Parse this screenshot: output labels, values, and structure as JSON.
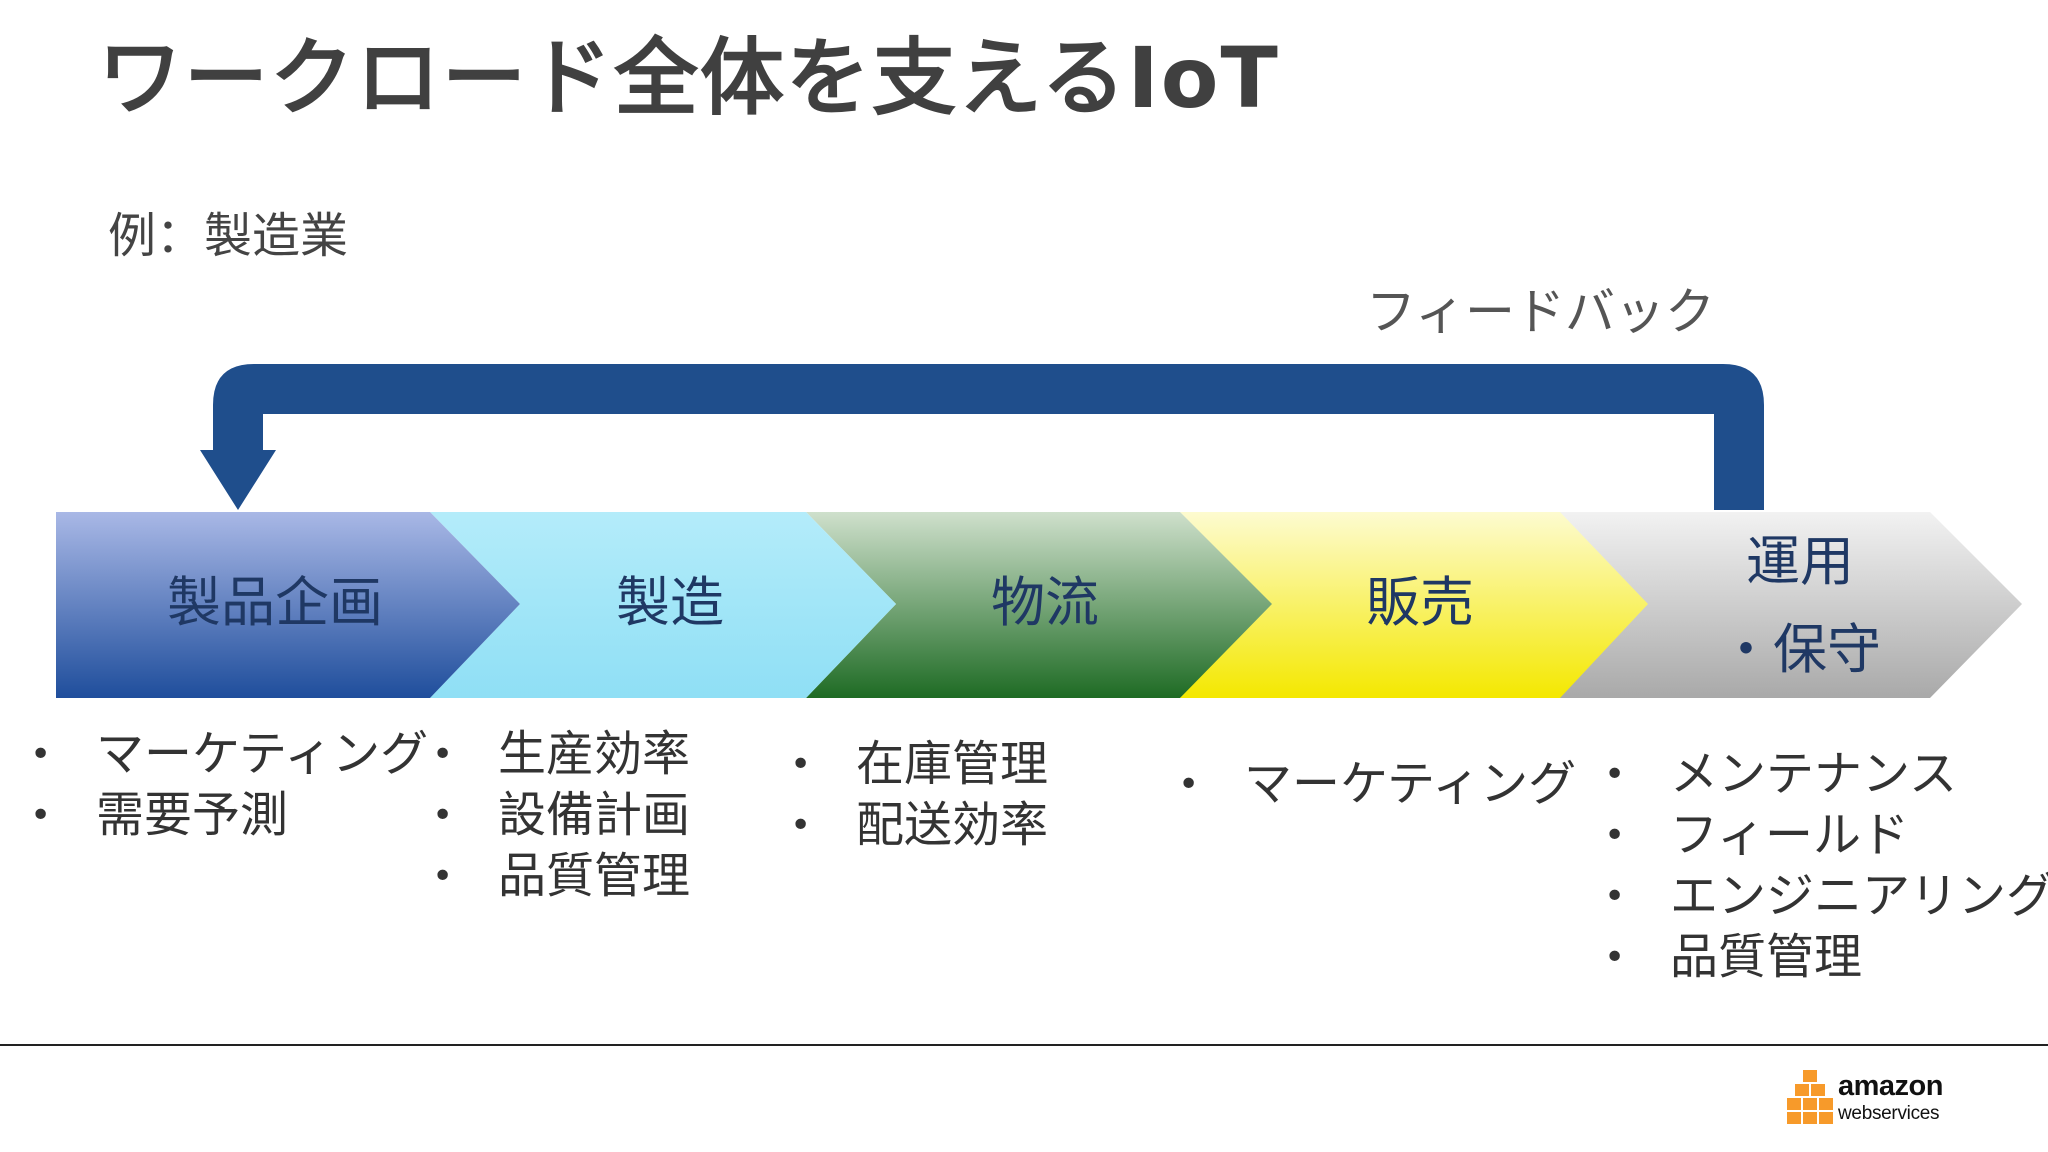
{
  "slide": {
    "title": "ワークロード全体を支えるIoT",
    "subtitle": "例：製造業",
    "feedback_label": "フィードバック"
  },
  "stages": [
    {
      "label": "製品企画",
      "color_top": "#a9b8e6",
      "color_bottom": "#1f4e9c"
    },
    {
      "label": "製造",
      "color_top": "#b4ecfa",
      "color_bottom": "#8fdff5"
    },
    {
      "label": "物流",
      "color_top": "#cfe0cc",
      "color_bottom": "#1e6b24"
    },
    {
      "label": "販売",
      "color_top": "#fdfbd0",
      "color_bottom": "#f4e800"
    },
    {
      "label_line1": "運用",
      "label_line2": "・保守",
      "color_top": "#f2f2f2",
      "color_bottom": "#a9a9a9"
    }
  ],
  "details": [
    {
      "items": [
        "マーケティング",
        "需要予測"
      ]
    },
    {
      "items": [
        "生産効率",
        "設備計画",
        "品質管理"
      ]
    },
    {
      "items": [
        "在庫管理",
        "配送効率"
      ]
    },
    {
      "items": [
        "マーケティング"
      ]
    },
    {
      "items": [
        "メンテナンス",
        "フィールド",
        "エンジニアリング",
        "品質管理"
      ]
    }
  ],
  "colors": {
    "feedback_arrow": "#1f4e8c",
    "stage_text": "#1f3864"
  },
  "logo": {
    "name": "amazon",
    "sub": "webservices",
    "icon": "aws-cubes-logo-icon",
    "color": "#f79a2a"
  }
}
